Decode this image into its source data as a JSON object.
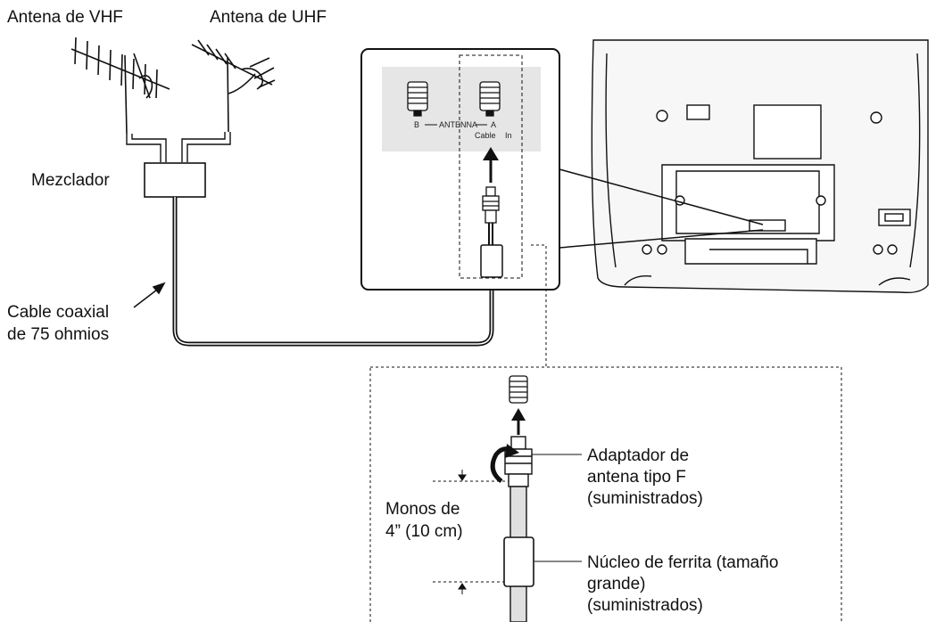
{
  "labels": {
    "vhf_antenna": "Antena de VHF",
    "uhf_antenna": "Antena de UHF",
    "mixer": "Mezclador",
    "coax_line1": "Cable coaxial",
    "coax_line2": "de 75 ohmios",
    "terminal_b": "B",
    "terminal_antenna": "ANTENNA",
    "terminal_a": "A",
    "cable": "Cable",
    "in": "In",
    "adapter_line1": "Adaptador de",
    "adapter_line2": "antena tipo F",
    "adapter_line3": "(suministrados)",
    "distance_line1": "Monos de",
    "distance_line2": "4” (10 cm)",
    "ferrite_line1": "Núcleo de ferrita (tamaño",
    "ferrite_line2": "grande)",
    "ferrite_line3": "(suministrados)"
  },
  "colors": {
    "line": "#111111",
    "panel_gray": "#e6e6e6",
    "tv_fill": "#f7f7f7"
  }
}
